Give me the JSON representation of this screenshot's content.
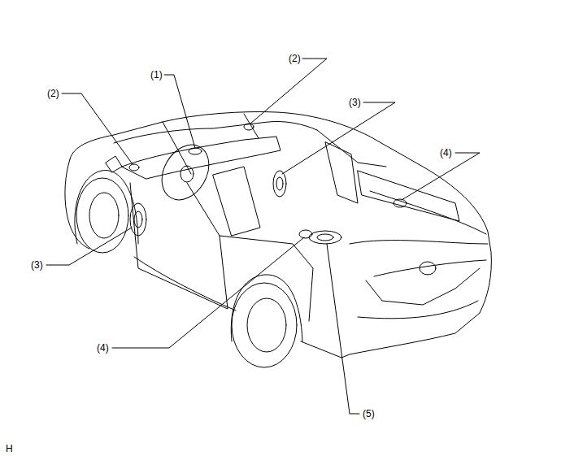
{
  "diagram": {
    "labels": [
      "(1)",
      "(2)",
      "(2)",
      "(3)",
      "(4)",
      "(3)",
      "(4)",
      "(5)",
      "H"
    ]
  }
}
